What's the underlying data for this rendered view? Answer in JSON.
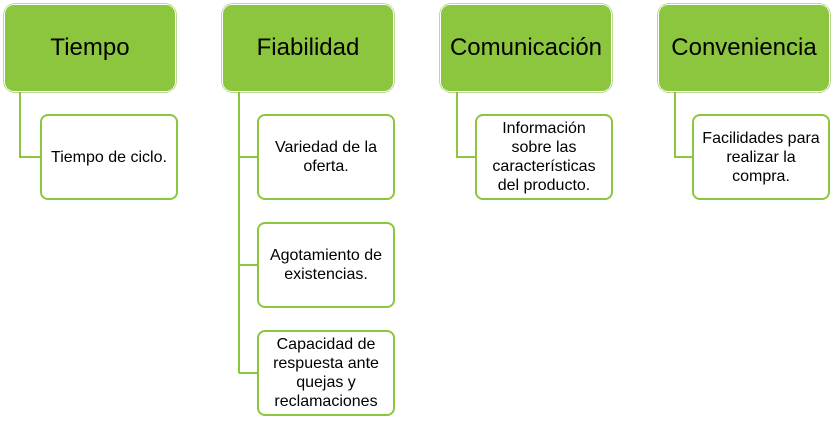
{
  "diagram": {
    "colors": {
      "header_fill": "#8cc63f",
      "child_border": "#8cc63f",
      "connector": "#8cc63f"
    },
    "columns": [
      {
        "header": "Tiempo",
        "children": [
          "Tiempo de ciclo."
        ]
      },
      {
        "header": "Fiabilidad",
        "children": [
          "Variedad de la oferta.",
          "Agotamiento de existencias.",
          "Capacidad de respuesta ante quejas y reclamaciones"
        ]
      },
      {
        "header": "Comunicación",
        "children": [
          "Información sobre las características del producto."
        ]
      },
      {
        "header": "Conveniencia",
        "children": [
          "Facilidades para realizar la compra."
        ]
      }
    ]
  }
}
